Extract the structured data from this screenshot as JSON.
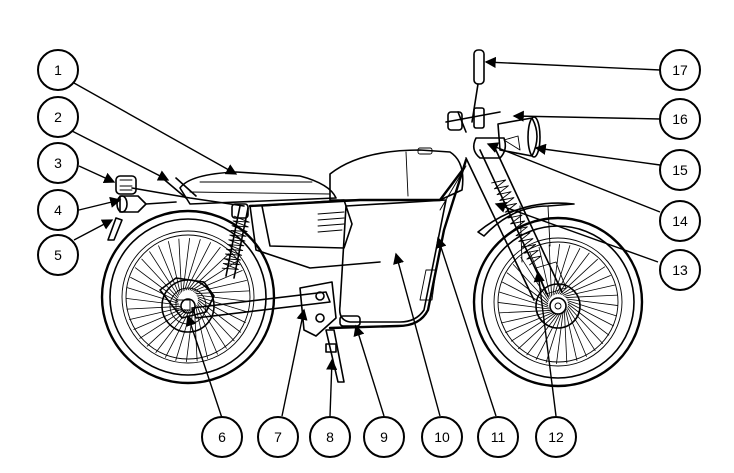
{
  "diagram": {
    "colors": {
      "line": "#000000",
      "background": "#ffffff"
    },
    "callouts": [
      {
        "id": 1,
        "label": "1"
      },
      {
        "id": 2,
        "label": "2"
      },
      {
        "id": 3,
        "label": "3"
      },
      {
        "id": 4,
        "label": "4"
      },
      {
        "id": 5,
        "label": "5"
      },
      {
        "id": 6,
        "label": "6"
      },
      {
        "id": 7,
        "label": "7"
      },
      {
        "id": 8,
        "label": "8"
      },
      {
        "id": 9,
        "label": "9"
      },
      {
        "id": 10,
        "label": "10"
      },
      {
        "id": 11,
        "label": "11"
      },
      {
        "id": 12,
        "label": "12"
      },
      {
        "id": 13,
        "label": "13"
      },
      {
        "id": 14,
        "label": "14"
      },
      {
        "id": 15,
        "label": "15"
      },
      {
        "id": 16,
        "label": "16"
      },
      {
        "id": 17,
        "label": "17"
      }
    ]
  }
}
